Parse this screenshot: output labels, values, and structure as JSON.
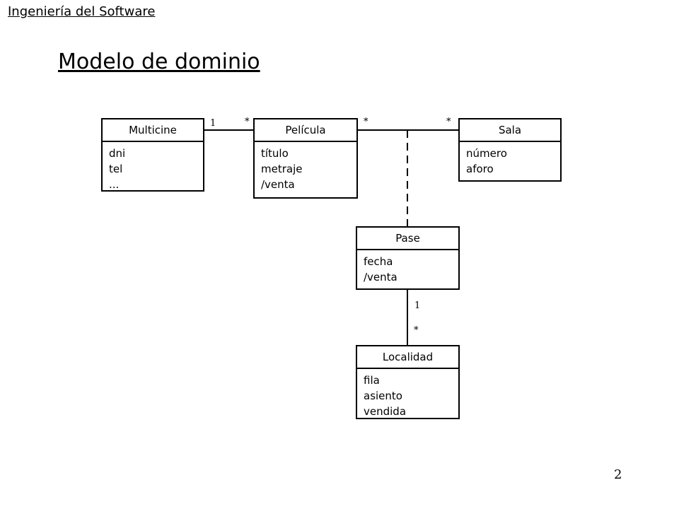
{
  "header": {
    "course": "Ingeniería del Software"
  },
  "slide": {
    "title": "Modelo de dominio",
    "page_number": "2"
  },
  "classes": {
    "multicine": {
      "name": "Multicine",
      "attributes": [
        "dni",
        "tel",
        "..."
      ]
    },
    "pelicula": {
      "name": "Película",
      "attributes": [
        "título",
        "metraje",
        "/venta"
      ]
    },
    "sala": {
      "name": "Sala",
      "attributes": [
        "número",
        "aforo"
      ]
    },
    "pase": {
      "name": "Pase",
      "attributes": [
        "fecha",
        "/venta"
      ]
    },
    "localidad": {
      "name": "Localidad",
      "attributes": [
        "fila",
        "asiento",
        "vendida"
      ]
    }
  },
  "multiplicities": {
    "multicine_end": "1",
    "pelicula_left": "*",
    "pelicula_right": "*",
    "sala_left": "*",
    "pase_bottom": "1",
    "localidad_top": "*"
  }
}
